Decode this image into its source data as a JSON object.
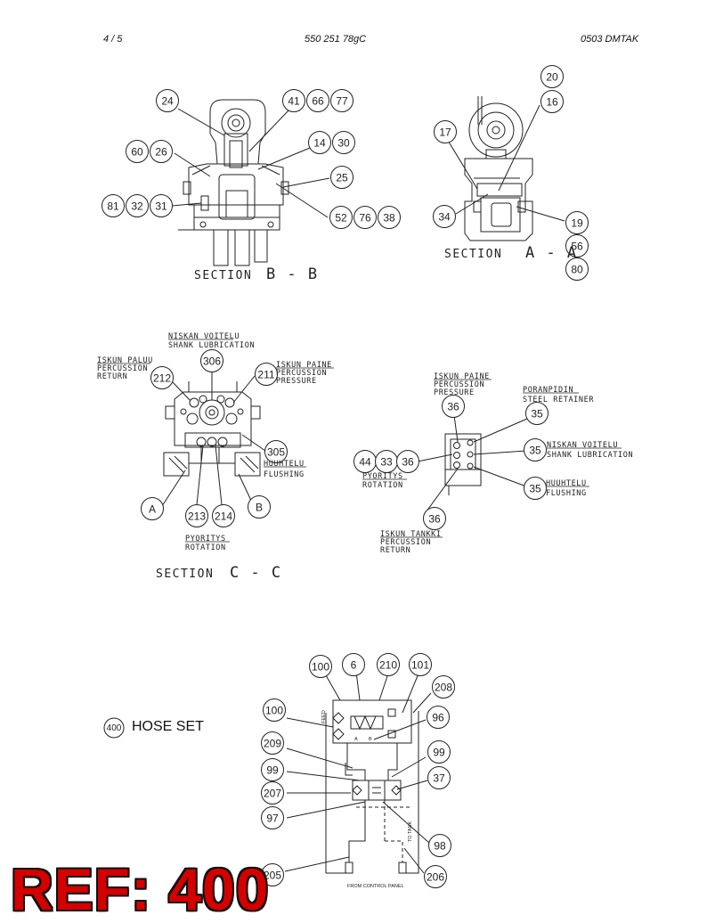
{
  "header": {
    "page": "4 /   5",
    "document": "550 251 78gC",
    "code": "0503 DMTAK"
  },
  "sections": {
    "bb": {
      "word": "SECTION",
      "letters": "B - B"
    },
    "aa": {
      "word": "SECTION",
      "letters": "A - A"
    },
    "cc": {
      "word": "SECTION",
      "letters": "C - C"
    }
  },
  "callouts": {
    "bb": [
      "24",
      "41",
      "66",
      "77",
      "14",
      "30",
      "60",
      "26",
      "25",
      "81",
      "32",
      "31",
      "52",
      "76",
      "38"
    ],
    "aa": [
      "20",
      "16",
      "17",
      "34",
      "19",
      "56",
      "80"
    ],
    "cc": [
      "306",
      "212",
      "211",
      "305",
      "A",
      "B",
      "213",
      "214"
    ],
    "ports": [
      "36",
      "35",
      "35",
      "35",
      "44",
      "33",
      "36",
      "36"
    ],
    "hose": [
      "100",
      "6",
      "210",
      "101",
      "208",
      "100",
      "96",
      "209",
      "99",
      "99",
      "37",
      "207",
      "97",
      "98",
      "205",
      "206"
    ],
    "hose_set": "400"
  },
  "labels": {
    "shank_fi": "NISKAN VOITELU",
    "shank_en": "SHANK LUBRICATION",
    "ret_fi": "ISKUN PALUU",
    "ret_en1": "PERCUSSION",
    "ret_en2": "RETURN",
    "pres_fi": "ISKUN PAINE",
    "pres_en1": "PERCUSSION",
    "pres_en2": "PRESSURE",
    "flush_fi": "HUUHTELU",
    "flush_en": "FLUSHING",
    "rot_fi": "PYORITYS",
    "rot_en": "ROTATION",
    "p_pres_fi": "ISKUN PAINE",
    "p_pres_en1": "PERCUSSION",
    "p_pres_en2": "PRESSURE",
    "steel_fi": "PORANPIDIN",
    "steel_en": "STEEL RETAINER",
    "p_shank_fi": "NISKAN VOITELU",
    "p_shank_en": "SHANK LUBRICATION",
    "p_flush_fi": "HUUHTELU",
    "p_flush_en": "FLUSHING",
    "p_rot_fi": "PYORITYS",
    "p_rot_en": "ROTATION",
    "p_tank_fi": "ISKUN TANKKI",
    "p_tank_en1": "PERCUSSION",
    "p_tank_en2": "RETURN"
  },
  "schematic": {
    "feed": "FEED",
    "to_tank": "TO TANK",
    "from_panel": "FROM CONTROL PANEL",
    "port_a": "A",
    "port_b": "B"
  },
  "hose_set_label": "HOSE SET",
  "ref_label": "REF: 400",
  "colors": {
    "ref": "#d40000",
    "line": "#222222"
  }
}
